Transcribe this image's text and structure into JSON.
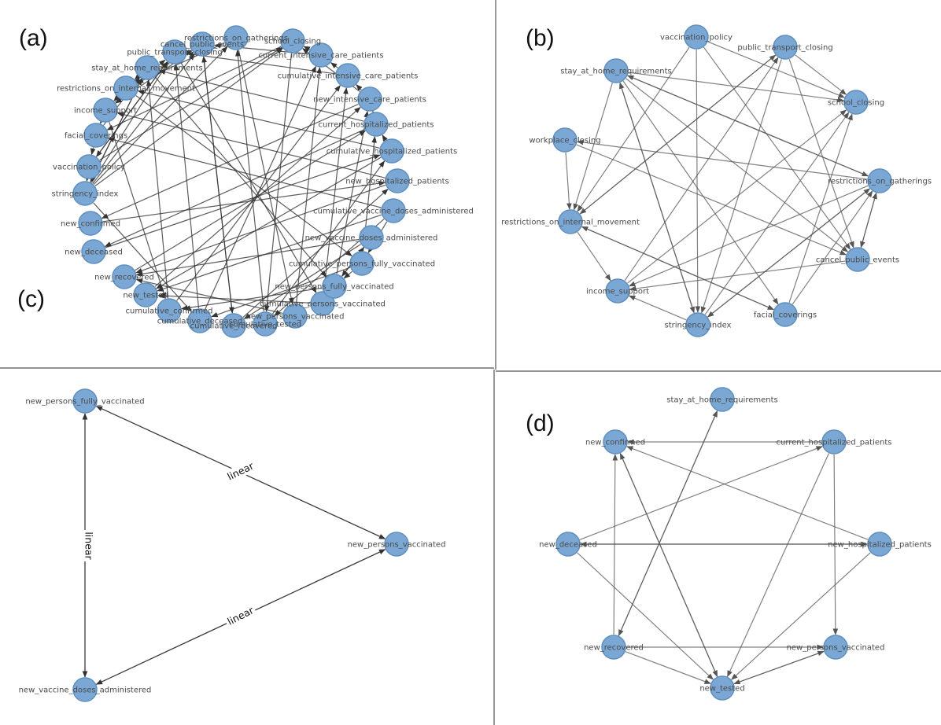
{
  "panels": [
    {
      "label": "(a)",
      "nodes": [
        "restrictions_on_gatherings",
        "cancel_public_events",
        "school_closing",
        "public_transport_closing",
        "stay_at_home_requirements",
        "restrictions_on_internal_movement",
        "income_support",
        "facial_coverings",
        "vaccination_policy",
        "stringency_index",
        "new_confirmed",
        "new_deceased",
        "new_recovered",
        "new_tested",
        "cumulative_confirmed",
        "cumulative_deceased",
        "cumulative_recovered",
        "cumulative_tested",
        "new_persons_vaccinated",
        "cumulative_persons_vaccinated",
        "new_persons_fully_vaccinated",
        "cumulative_persons_fully_vaccinated",
        "new_vaccine_doses_administered",
        "cumulative_vaccine_doses_administered",
        "new_hospitalized_patients",
        "cumulative_hospitalized_patients",
        "current_hospitalized_patients",
        "new_intensive_care_patients",
        "cumulative_intensive_care_patients",
        "current_intensive_care_patients"
      ],
      "edges": [
        [
          9,
          0
        ],
        [
          9,
          1
        ],
        [
          9,
          2
        ],
        [
          9,
          3
        ],
        [
          9,
          4
        ],
        [
          8,
          2
        ],
        [
          8,
          3
        ],
        [
          7,
          4
        ],
        [
          6,
          3
        ],
        [
          5,
          1
        ],
        [
          0,
          5
        ],
        [
          1,
          6
        ],
        [
          2,
          7
        ],
        [
          3,
          8
        ],
        [
          4,
          9
        ],
        [
          4,
          5
        ],
        [
          5,
          6
        ],
        [
          6,
          7
        ],
        [
          7,
          8
        ],
        [
          8,
          9
        ],
        [
          29,
          1
        ],
        [
          29,
          2
        ],
        [
          28,
          3
        ],
        [
          27,
          2
        ],
        [
          26,
          4
        ],
        [
          25,
          5
        ],
        [
          24,
          6
        ],
        [
          23,
          7
        ],
        [
          10,
          24
        ],
        [
          11,
          25
        ],
        [
          12,
          26
        ],
        [
          13,
          27
        ],
        [
          14,
          28
        ],
        [
          15,
          29
        ],
        [
          16,
          24
        ],
        [
          17,
          25
        ],
        [
          18,
          12
        ],
        [
          19,
          13
        ],
        [
          20,
          14
        ],
        [
          21,
          15
        ],
        [
          22,
          16
        ],
        [
          23,
          17
        ],
        [
          20,
          22
        ],
        [
          22,
          20
        ],
        [
          21,
          20
        ],
        [
          23,
          21
        ],
        [
          24,
          12
        ],
        [
          25,
          13
        ],
        [
          26,
          11
        ],
        [
          27,
          10
        ],
        [
          1,
          16
        ],
        [
          2,
          17
        ],
        [
          0,
          18
        ],
        [
          3,
          19
        ],
        [
          4,
          20
        ],
        [
          5,
          21
        ],
        [
          6,
          14
        ],
        [
          9,
          15
        ],
        [
          22,
          12
        ],
        [
          23,
          13
        ],
        [
          25,
          26
        ],
        [
          26,
          27
        ],
        [
          28,
          29
        ],
        [
          27,
          28
        ],
        [
          18,
          29
        ],
        [
          19,
          28
        ],
        [
          20,
          27
        ],
        [
          21,
          26
        ],
        [
          17,
          0
        ],
        [
          16,
          1
        ],
        [
          14,
          4
        ],
        [
          15,
          3
        ]
      ]
    },
    {
      "label": "(b)",
      "nodes": [
        "vaccination_policy",
        "public_transport_closing",
        "stay_at_home_requirements",
        "school_closing",
        "workplace_closing",
        "restrictions_on_gatherings",
        "restrictions_on_internal_movement",
        "cancel_public_events",
        "income_support",
        "facial_coverings",
        "stringency_index"
      ],
      "edges": [
        [
          0,
          3
        ],
        [
          0,
          7
        ],
        [
          0,
          6
        ],
        [
          0,
          10
        ],
        [
          1,
          3
        ],
        [
          1,
          7
        ],
        [
          1,
          10
        ],
        [
          1,
          6
        ],
        [
          2,
          3
        ],
        [
          2,
          5
        ],
        [
          2,
          10
        ],
        [
          2,
          9
        ],
        [
          2,
          6
        ],
        [
          2,
          7
        ],
        [
          4,
          6
        ],
        [
          5,
          2
        ],
        [
          5,
          8
        ],
        [
          5,
          10
        ],
        [
          5,
          4
        ],
        [
          5,
          7
        ],
        [
          6,
          1
        ],
        [
          6,
          8
        ],
        [
          7,
          5
        ],
        [
          7,
          8
        ],
        [
          9,
          3
        ],
        [
          9,
          6
        ],
        [
          10,
          3
        ],
        [
          10,
          2
        ],
        [
          10,
          5
        ],
        [
          10,
          8
        ],
        [
          8,
          1
        ],
        [
          9,
          5
        ],
        [
          8,
          3
        ],
        [
          4,
          7
        ],
        [
          6,
          9
        ]
      ]
    },
    {
      "label": "(c)",
      "nodes": [
        "new_persons_fully_vaccinated",
        "new_persons_vaccinated",
        "new_vaccine_doses_administered"
      ],
      "edges": [
        [
          1,
          0
        ],
        [
          0,
          1
        ],
        [
          0,
          2
        ],
        [
          2,
          0
        ],
        [
          1,
          2
        ],
        [
          2,
          1
        ]
      ],
      "edge_labels": [
        "linear",
        "linear",
        "linear"
      ]
    },
    {
      "label": "(d)",
      "nodes": [
        "stay_at_home_requirements",
        "current_hospitalized_patients",
        "new_hospitalized_patients",
        "new_persons_vaccinated",
        "new_tested",
        "new_recovered",
        "new_deceased",
        "new_confirmed"
      ],
      "edges": [
        [
          1,
          7
        ],
        [
          1,
          3
        ],
        [
          1,
          4
        ],
        [
          2,
          7
        ],
        [
          2,
          6
        ],
        [
          2,
          4
        ],
        [
          6,
          1
        ],
        [
          6,
          2
        ],
        [
          6,
          4
        ],
        [
          5,
          7
        ],
        [
          5,
          0
        ],
        [
          5,
          3
        ],
        [
          5,
          4
        ],
        [
          0,
          5
        ],
        [
          4,
          7
        ],
        [
          7,
          4
        ],
        [
          4,
          3
        ],
        [
          3,
          4
        ]
      ]
    }
  ]
}
